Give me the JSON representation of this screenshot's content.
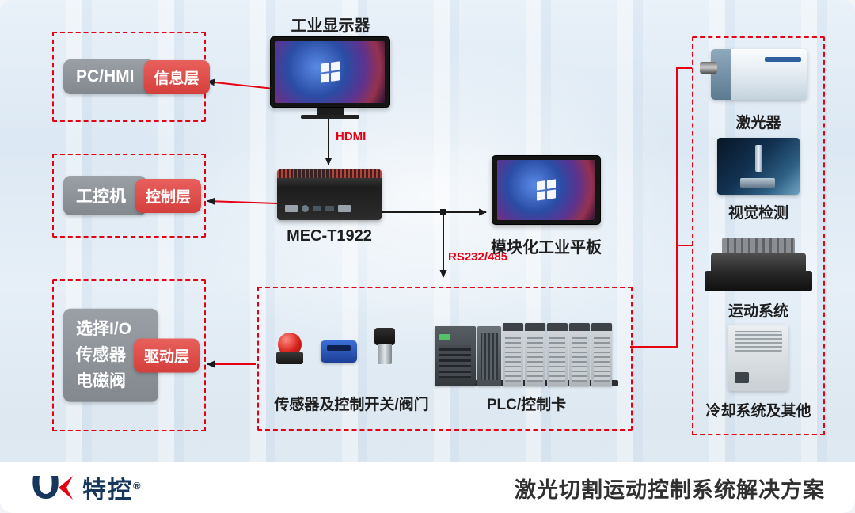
{
  "colors": {
    "accent_red": "#e60012",
    "badge_red": "#d43f3c",
    "pill_gray": "#8a9096",
    "brand_navy": "#17365c"
  },
  "left_panels": [
    {
      "label": "PC/HMI",
      "badge": "信息层"
    },
    {
      "label": "工控机",
      "badge": "控制层"
    },
    {
      "lines": [
        "选择I/O",
        "传感器",
        "电磁阀"
      ],
      "badge": "驱动层"
    }
  ],
  "center": {
    "display_label": "工业显示器",
    "hdmi_label": "HDMI",
    "mec_label": "MEC-T1922",
    "tablet_label": "模块化工业平板",
    "rs_label": "RS232/485"
  },
  "bottom_box": {
    "sensors_label": "传感器及控制开关/阀门",
    "plc_label": "PLC/控制卡"
  },
  "right_box": {
    "items": [
      {
        "label": "激光器"
      },
      {
        "label": "视觉检测"
      },
      {
        "label": "运动系统"
      },
      {
        "label": "冷却系统及其他"
      }
    ]
  },
  "footer": {
    "brand": "特控",
    "reg": "®",
    "title": "激光切割运动控制系统解决方案"
  }
}
